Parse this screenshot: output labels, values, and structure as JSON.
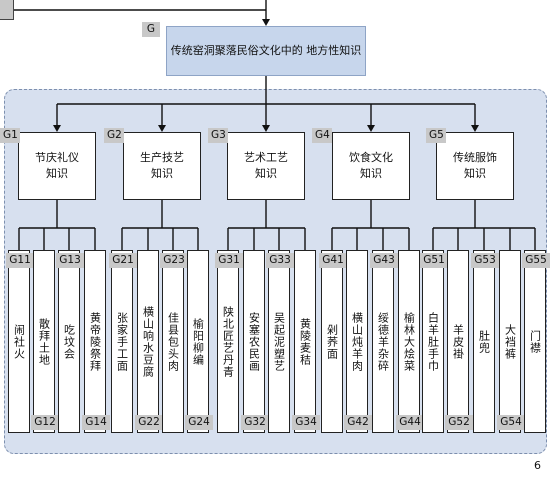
{
  "root": {
    "tag": "G",
    "label": "传统窑洞聚落民俗文化中的\n地方性知识"
  },
  "categories": [
    {
      "tag": "G1",
      "label": "节庆礼仪\n知识",
      "leaves": [
        {
          "tag": "G11",
          "label": "闹社火"
        },
        {
          "tag": "G12",
          "label": "散拜土地"
        },
        {
          "tag": "G13",
          "label": "吃坟会"
        },
        {
          "tag": "G14",
          "label": "黄帝陵祭拜"
        }
      ]
    },
    {
      "tag": "G2",
      "label": "生产技艺\n知识",
      "leaves": [
        {
          "tag": "G21",
          "label": "张家手工面"
        },
        {
          "tag": "G22",
          "label": "横山响水豆腐"
        },
        {
          "tag": "G23",
          "label": "佳县包头肉"
        },
        {
          "tag": "G24",
          "label": "榆阳柳编"
        }
      ]
    },
    {
      "tag": "G3",
      "label": "艺术工艺\n知识",
      "leaves": [
        {
          "tag": "G31",
          "label": "陕北匠艺丹青"
        },
        {
          "tag": "G32",
          "label": "安塞农民画"
        },
        {
          "tag": "G33",
          "label": "吴起泥塑艺"
        },
        {
          "tag": "G34",
          "label": "黄陵麦秸"
        }
      ]
    },
    {
      "tag": "G4",
      "label": "饮食文化\n知识",
      "leaves": [
        {
          "tag": "G41",
          "label": "剁荞面"
        },
        {
          "tag": "G42",
          "label": "横山炖羊肉"
        },
        {
          "tag": "G43",
          "label": "绥德羊杂碎"
        },
        {
          "tag": "G44",
          "label": "榆林大烩菜"
        }
      ]
    },
    {
      "tag": "G5",
      "label": "传统服饰\n知识",
      "leaves": [
        {
          "tag": "G51",
          "label": "白羊肚手巾"
        },
        {
          "tag": "G52",
          "label": "羊皮褂"
        },
        {
          "tag": "G53",
          "label": "肚兜"
        },
        {
          "tag": "G54",
          "label": "大裆裤"
        },
        {
          "tag": "G55",
          "label": "门襟"
        }
      ]
    }
  ],
  "page_number": "6"
}
